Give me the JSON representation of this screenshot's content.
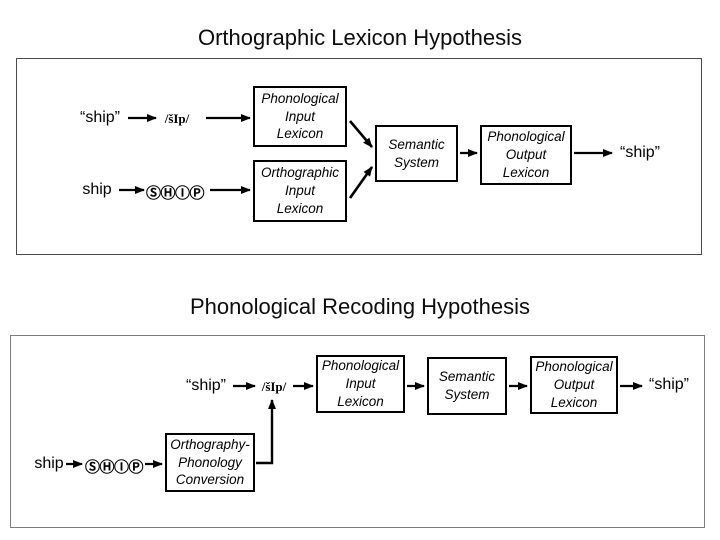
{
  "top_section": {
    "title": "Orthographic Lexicon Hypothesis",
    "auditory_input": "“ship”",
    "phonetic_code": "/šIp/",
    "phonological_input_lexicon": "Phonological\nInput\nLexicon",
    "visual_input": "ship",
    "letter_units": "ⓈⒽⒾⓅ",
    "orthographic_input_lexicon": "Orthographic\nInput\nLexicon",
    "semantic_system": "Semantic\nSystem",
    "phonological_output_lexicon": "Phonological\nOutput\nLexicon",
    "spoken_output": "“ship”"
  },
  "bottom_section": {
    "title": "Phonological Recoding Hypothesis",
    "auditory_input": "“ship”",
    "phonetic_code": "/šIp/",
    "phonological_input_lexicon": "Phonological\nInput\nLexicon",
    "semantic_system": "Semantic\nSystem",
    "phonological_output_lexicon": "Phonological\nOutput\nLexicon",
    "spoken_output": "“ship”",
    "visual_input": "ship",
    "letter_units": "ⓈⒽⒾⓅ",
    "orthography_phonology_conversion": "Orthography-\nPhonology\nConversion"
  },
  "colors": {
    "background": "#ffffff",
    "text": "#000000",
    "box_border": "#000000",
    "top_panel_border": "#4a4a4a",
    "bottom_panel_border": "#7d7d7d"
  }
}
